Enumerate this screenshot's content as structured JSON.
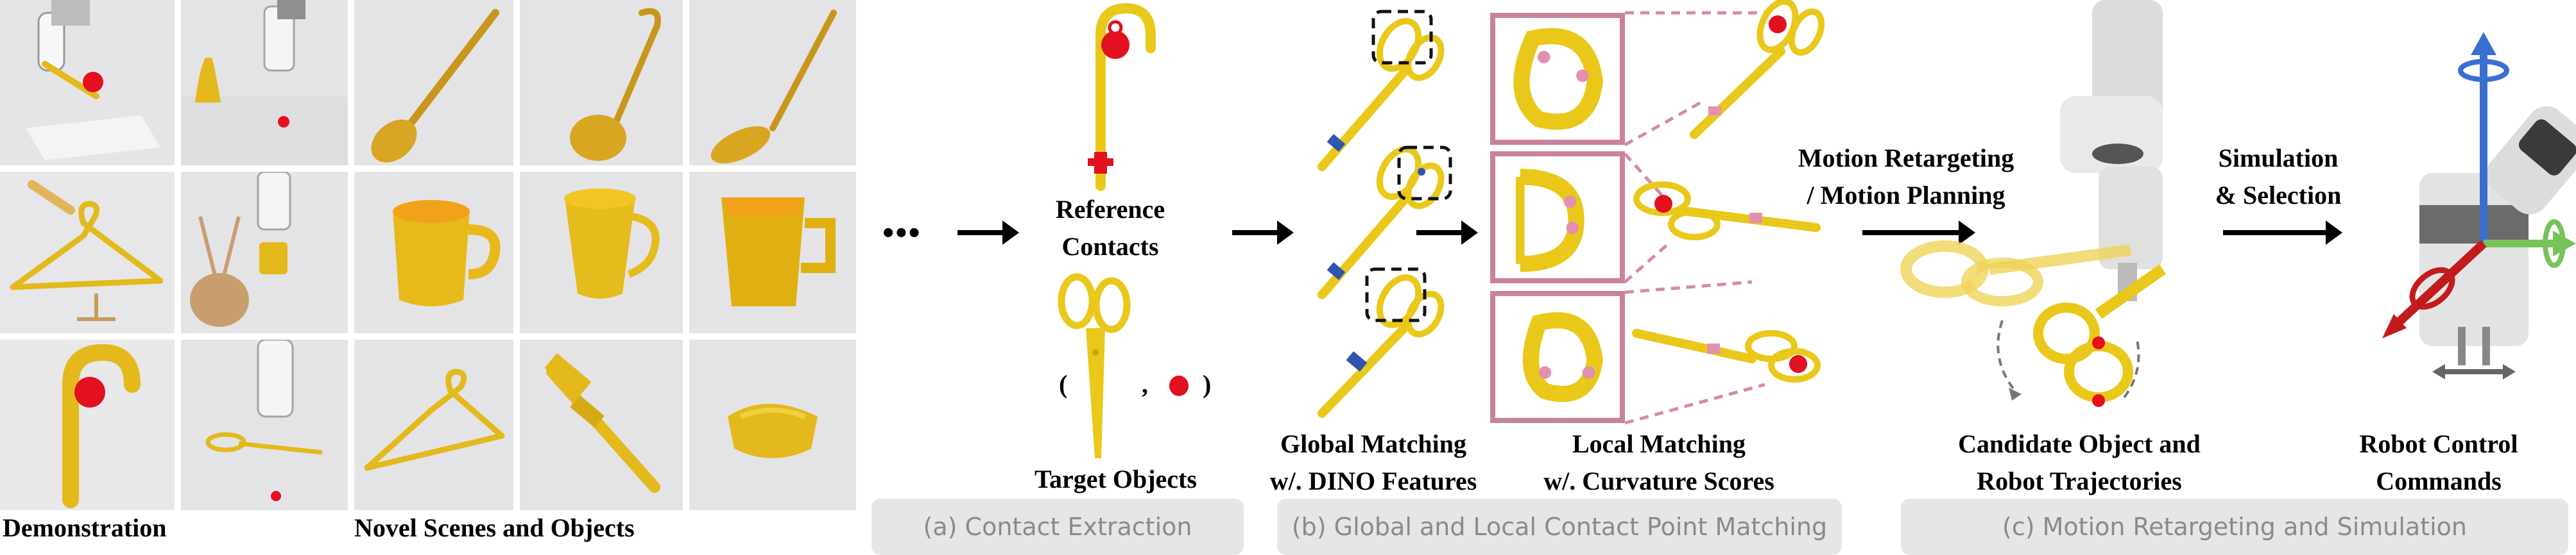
{
  "captions": {
    "demonstration": "Demonstration",
    "novel": "Novel Scenes and Objects",
    "reference_contacts_1": "Reference",
    "reference_contacts_2": "Contacts",
    "target_objects": "Target Objects",
    "target_paren_left": "(",
    "target_comma": ",",
    "target_paren_right": ")",
    "ellipsis": "•••",
    "global_1": "Global Matching",
    "global_2": "w/. DINO Features",
    "local_1": "Local Matching",
    "local_2": "w/. Curvature Scores",
    "retarget_1": "Motion Retargeting",
    "retarget_2": "/ Motion Planning",
    "candidate_1": "Candidate Object and",
    "candidate_2": "Robot Trajectories",
    "sim_1": "Simulation",
    "sim_2": "& Selection",
    "robot_1": "Robot Control",
    "robot_2": "Commands"
  },
  "sections": {
    "a": "(a) Contact Extraction",
    "b": "(b) Global and Local Contact Point Matching",
    "c": "(c) Motion Retargeting and Simulation"
  },
  "colors": {
    "object_yellow": "#e9c81a",
    "contact_red": "#e3101f",
    "contact_blue": "#2e55b0",
    "crop_pink": "#c9829b",
    "axis_blue": "#3a6fd0",
    "axis_green": "#78c25a",
    "axis_red": "#c31b1b",
    "panel_gray": "#e6e6e6"
  }
}
